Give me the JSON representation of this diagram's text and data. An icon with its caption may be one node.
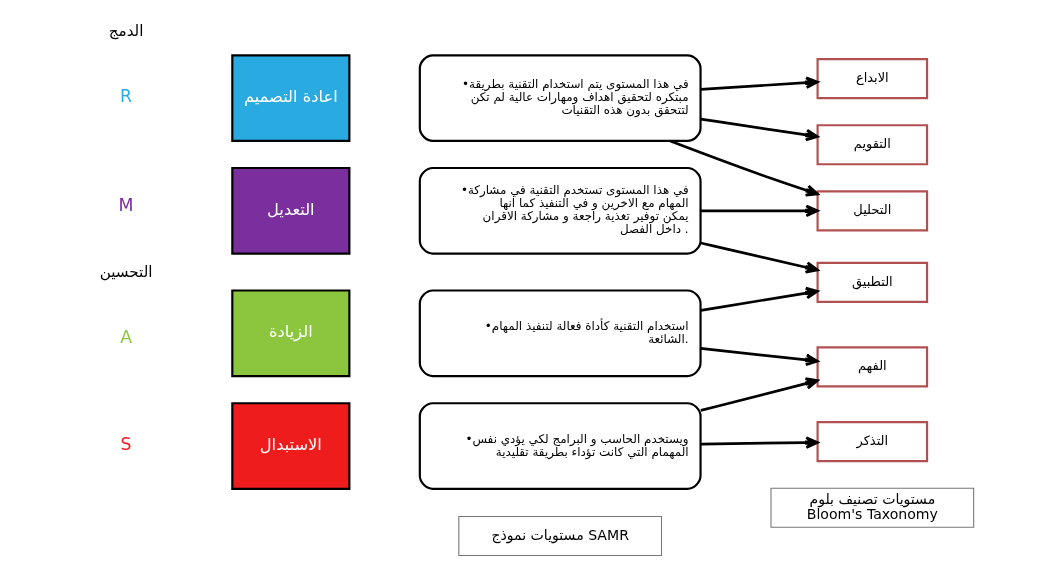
{
  "diagram": {
    "nodes": [
      {
        "text": [
          "اعادة التصميم"
        ]
      },
      {
        "text": [
          "التعديل"
        ]
      },
      {
        "text": [
          "الزيادة"
        ]
      },
      {
        "text": [
          "الاستبدال"
        ]
      },
      {
        "text": [
          "•في هذا المستوى يتم استخدام التقنية بطريقة مبتكره لتحقيق اهداف ومهارات عالية لم تكن لتتحقق بدون هذه التقنيات"
        ]
      },
      {
        "text": [
          "•في هذا المستوى تستخدم التقنية في مشاركة المهام مع الاخرين و في التنفيذ كما انها يمكن توفير تغذية راجعة و مشاركة الاقران داخل الفصل ."
        ]
      },
      {
        "text": [
          "•استخدام التقنية كأداة فعالة لتنفيذ المهام الشائعة."
        ]
      },
      {
        "text": [
          "•ويستخدم الحاسب و البرامج لكي يؤدي نفس المهمام التي كانت تؤداء بطريقة تقليدية"
        ]
      },
      {
        "text": [
          "الابداع"
        ]
      },
      {
        "text": [
          "التقويم"
        ]
      },
      {
        "text": [
          "التحليل"
        ]
      },
      {
        "text": [
          "التطبيق"
        ]
      },
      {
        "text": [
          "الفهم"
        ]
      },
      {
        "text": [
          "التذكر"
        ]
      },
      {
        "text": [
          "مستويات نموذج SAMR"
        ]
      },
      {
        "text": [
          "مستويات تصنيف بلوم",
          "Bloom's Taxonomy"
        ]
      }
    ],
    "edges": [
      {
        "from": 4,
        "to": 8,
        "arrow": "to"
      },
      {
        "from": 4,
        "to": 9,
        "arrow": "to"
      },
      {
        "from": 4,
        "to": 10,
        "arrow": "to"
      },
      {
        "from": 5,
        "to": 10,
        "arrow": "to"
      },
      {
        "from": 5,
        "to": 11,
        "arrow": "to"
      },
      {
        "from": 6,
        "to": 11,
        "arrow": "to"
      },
      {
        "from": 6,
        "to": 12,
        "arrow": "to"
      },
      {
        "from": 7,
        "to": 12,
        "arrow": "to"
      },
      {
        "from": 7,
        "to": 13,
        "arrow": "to"
      }
    ],
    "labels": [
      "الدمج",
      "R",
      "M",
      "التحسين",
      "A",
      "S"
    ]
  }
}
